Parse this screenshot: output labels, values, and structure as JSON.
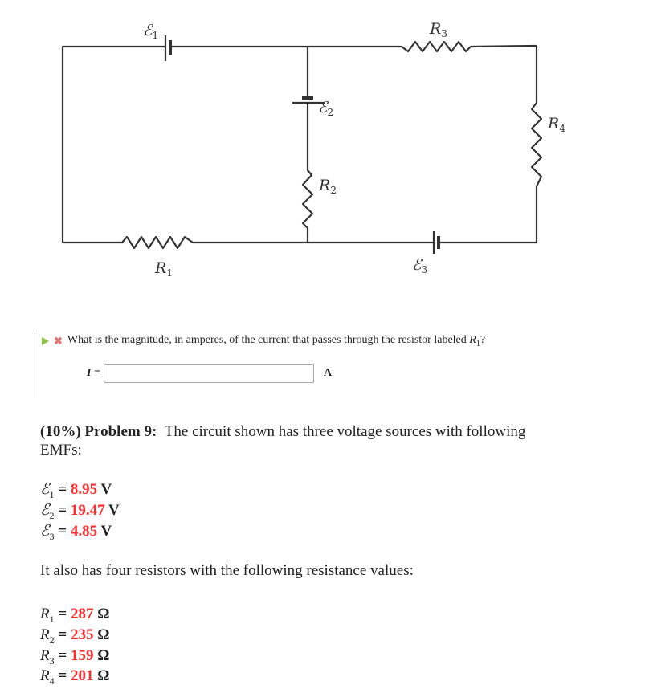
{
  "circuit": {
    "labels": {
      "e1": "ℰ",
      "e1_sub": "1",
      "e2": "ℰ",
      "e2_sub": "2",
      "e3": "ℰ",
      "e3_sub": "3",
      "r1": "R",
      "r1_sub": "1",
      "r2": "R",
      "r2_sub": "2",
      "r3": "R",
      "r3_sub": "3",
      "r4": "R",
      "r4_sub": "4"
    }
  },
  "question": {
    "text": "What is the magnitude, in amperes, of the current that passes through the resistor labeled",
    "symbol": "R",
    "symbol_sub": "1",
    "end": "?",
    "var_label": "I =",
    "input_value": "",
    "unit": "A"
  },
  "problem": {
    "prefix": "(10%) Problem 9:",
    "text": "The circuit shown has three voltage sources with following EMFs:",
    "emfs": [
      {
        "sym": "ℰ",
        "sub": "1",
        "value": "8.95",
        "unit": "V"
      },
      {
        "sym": "ℰ",
        "sub": "2",
        "value": "19.47",
        "unit": "V"
      },
      {
        "sym": "ℰ",
        "sub": "3",
        "value": "4.85",
        "unit": "V"
      }
    ],
    "resistor_intro": "It also has four resistors with the following resistance values:",
    "resistors": [
      {
        "sym": "R",
        "sub": "1",
        "value": "287",
        "unit": "Ω"
      },
      {
        "sym": "R",
        "sub": "2",
        "value": "235",
        "unit": "Ω"
      },
      {
        "sym": "R",
        "sub": "3",
        "value": "159",
        "unit": "Ω"
      },
      {
        "sym": "R",
        "sub": "4",
        "value": "201",
        "unit": "Ω"
      }
    ]
  },
  "colors": {
    "value": "#ff2a2a",
    "wire": "#333333"
  }
}
